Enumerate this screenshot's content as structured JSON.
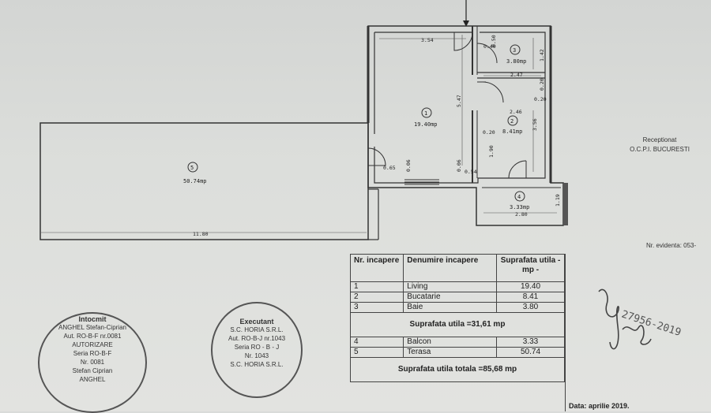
{
  "plan": {
    "rooms": [
      {
        "num": "1",
        "area": "19.40mp"
      },
      {
        "num": "2",
        "area": "8.41mp"
      },
      {
        "num": "3",
        "area": "3.80mp"
      },
      {
        "num": "4",
        "area": "3.33mp"
      },
      {
        "num": "5",
        "area": "50.74mp"
      }
    ],
    "dims": {
      "d354": "3.54",
      "d050": "0.50",
      "d040": "0.40",
      "d142": "1.42",
      "d247": "2.47",
      "d547": "5.47",
      "d020a": "0.20",
      "d020b": "0.20",
      "d020c": "0.20",
      "d246": "2.46",
      "d356": "3.56",
      "d190": "1.90",
      "d065": "0.65",
      "d006a": "0.06",
      "d006b": "0.06",
      "d054": "0.54",
      "d119": "1.19",
      "d280": "2.80",
      "d1180": "11.80"
    }
  },
  "receptionat": {
    "line1": "Receptionat",
    "line2": "O.C.P.I. BUCURESTI"
  },
  "nr_evidenta": "Nr. evidenta: 053-",
  "table": {
    "headers": {
      "nr": "Nr. incapere",
      "denumire": "Denumire incapere",
      "suprafata": "Suprafata utila - mp -"
    },
    "rows1": [
      {
        "nr": "1",
        "name": "Living",
        "val": "19.40"
      },
      {
        "nr": "2",
        "name": "Bucatarie",
        "val": "8.41"
      },
      {
        "nr": "3",
        "name": "Baie",
        "val": "3.80"
      }
    ],
    "subtotal": "Suprafata utila =31,61 mp",
    "rows2": [
      {
        "nr": "4",
        "name": "Balcon",
        "val": "3.33"
      },
      {
        "nr": "5",
        "name": "Terasa",
        "val": "50.74"
      }
    ],
    "total": "Suprafata utila totala =85,68 mp"
  },
  "date": "Data: aprilie 2019.",
  "stamp1": {
    "title": "Intocmit",
    "l1": "ANGHEL Stefan-Ciprian",
    "l2": "Aut. RO-B-F nr.0081",
    "l3": "AUTORIZARE",
    "l4": "Seria RO-B-F",
    "l5": "Nr. 0081",
    "l6": "Stefan Ciprian",
    "l7": "ANGHEL"
  },
  "stamp2": {
    "title": "Executant",
    "l1": "S.C. HORIA S.R.L.",
    "l2": "Aut. RO-B-J nr.1043",
    "l3": "Seria RO - B - J",
    "l4": "Nr. 1043",
    "l5": "S.C. HORIA S.R.L."
  },
  "signature_text": "27956-2019"
}
